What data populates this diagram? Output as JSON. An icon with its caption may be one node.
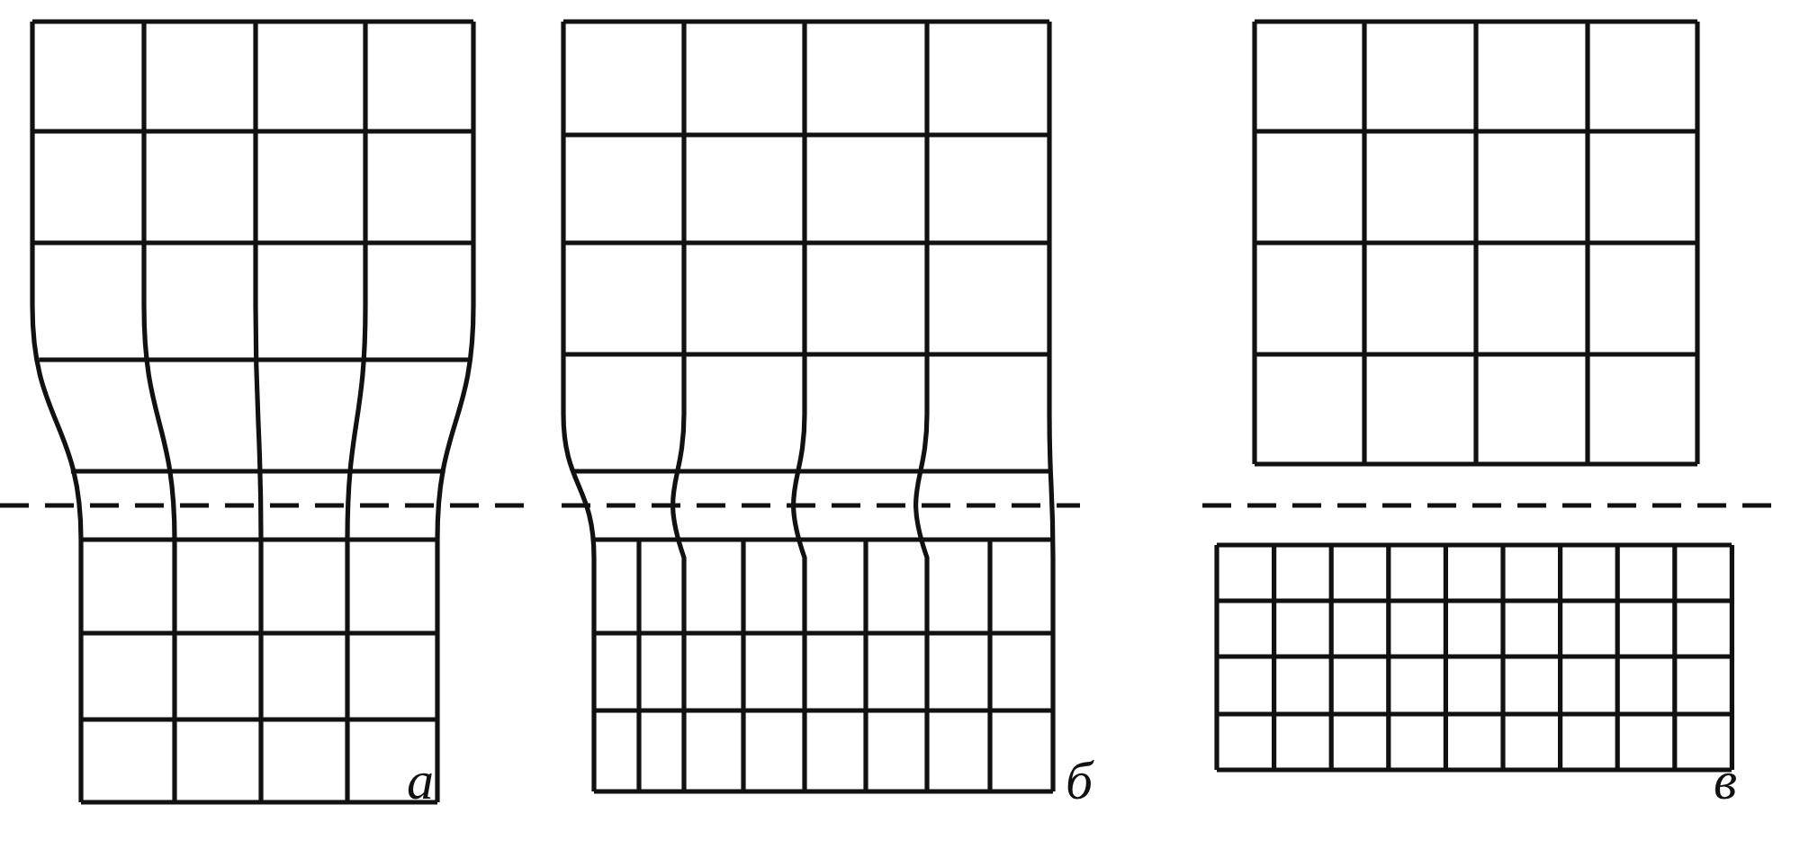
{
  "diagram": {
    "labels": [
      "а",
      "б",
      "в"
    ]
  }
}
